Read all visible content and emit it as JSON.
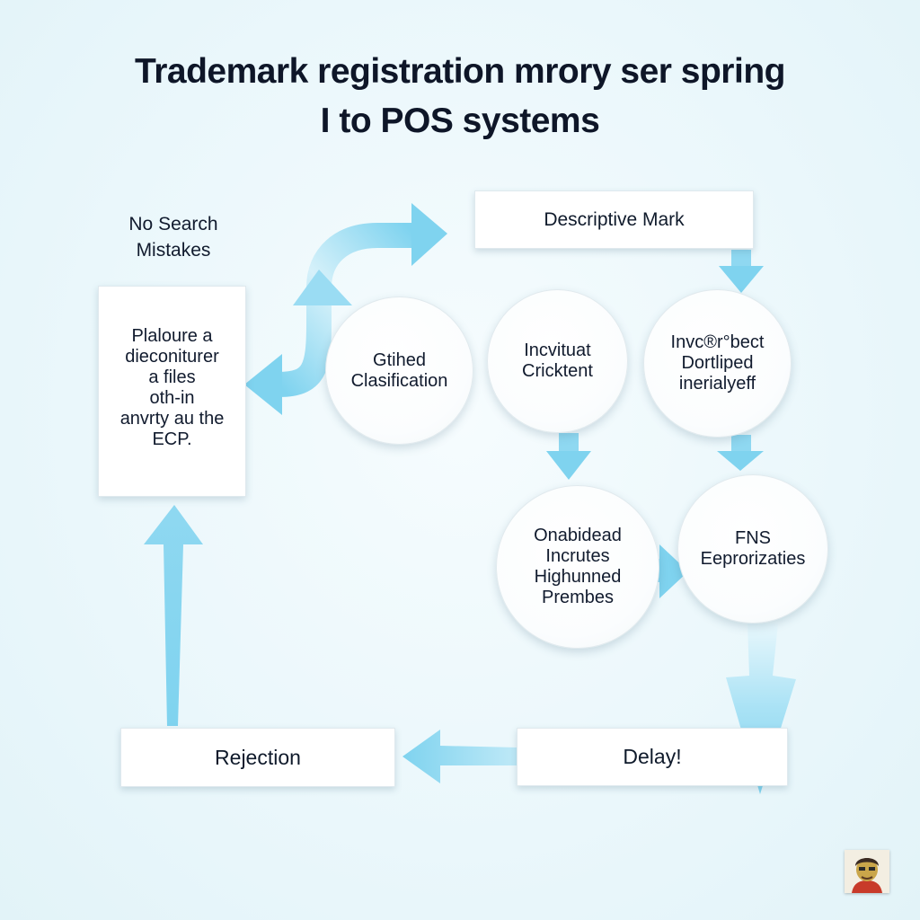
{
  "title": {
    "line1": "Trademark registration mrory ser spring",
    "line2": "I to POS systems"
  },
  "note": {
    "line1": "No Search",
    "line2": "Mistakes"
  },
  "document_box": {
    "lines": [
      "Plaloure a",
      "dieconiturer",
      "a files",
      "oth-in",
      "anvrty au the",
      "ECP."
    ]
  },
  "boxes": {
    "descriptive_mark": "Descriptive Mark",
    "rejection": "Rejection",
    "delay": "Delay!"
  },
  "circles": {
    "classification": [
      "Gtihed",
      "Clasification"
    ],
    "incvituat": [
      "Incvituat",
      "Cricktent"
    ],
    "invorrect": [
      "Invc®r°bect",
      "Dortliped",
      "inerialyeff"
    ],
    "onabidead": [
      "Onabidead",
      "Incrutes",
      "Highunned",
      "Prembes"
    ],
    "fns": [
      "FNS",
      "Eeprorizaties"
    ]
  },
  "colors": {
    "arrow": "#7fd3ef",
    "arrow_light": "#c9ecf8",
    "text": "#0f1a2b",
    "background": "#eaf7fb"
  }
}
